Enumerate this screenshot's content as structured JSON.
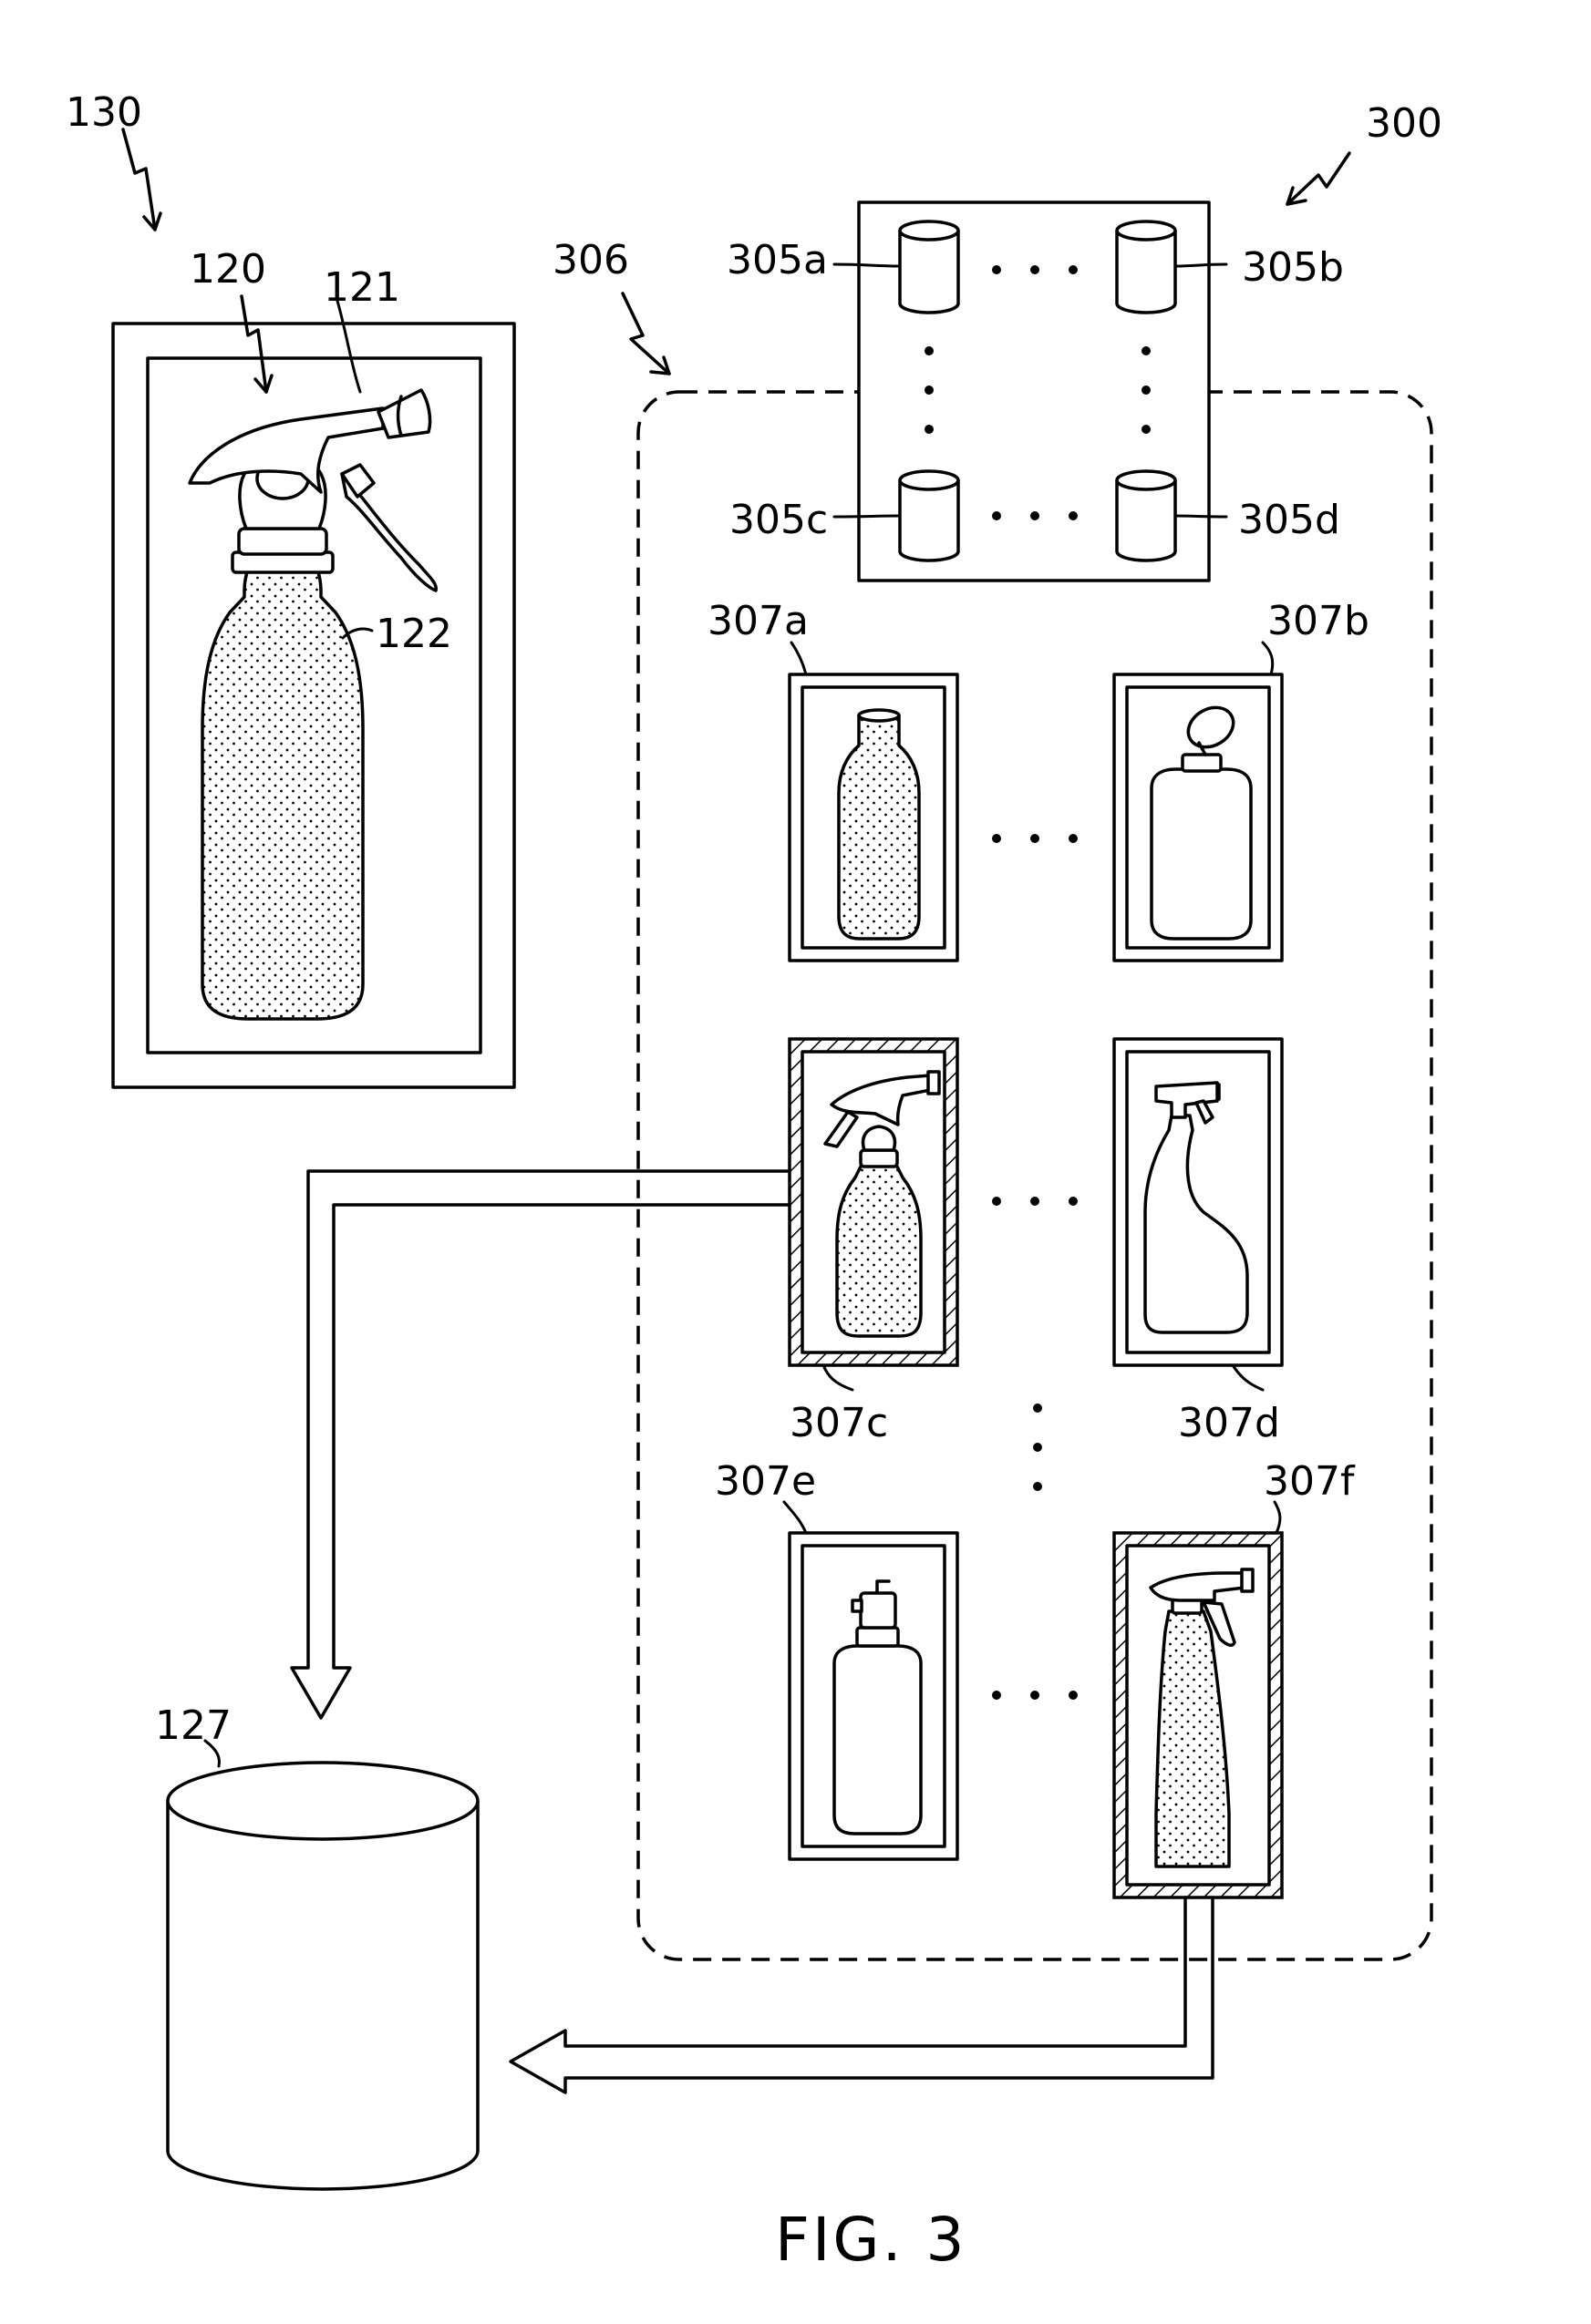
{
  "figure": {
    "caption": "FIG. 3",
    "ref_130": "130",
    "ref_120": "120",
    "ref_121": "121",
    "ref_122": "122",
    "ref_127": "127",
    "ref_300": "300",
    "ref_306": "306",
    "databases": [
      "305a",
      "305b",
      "305c",
      "305d"
    ],
    "tiles": [
      "307a",
      "307b",
      "307c",
      "307d",
      "307e",
      "307f"
    ]
  }
}
